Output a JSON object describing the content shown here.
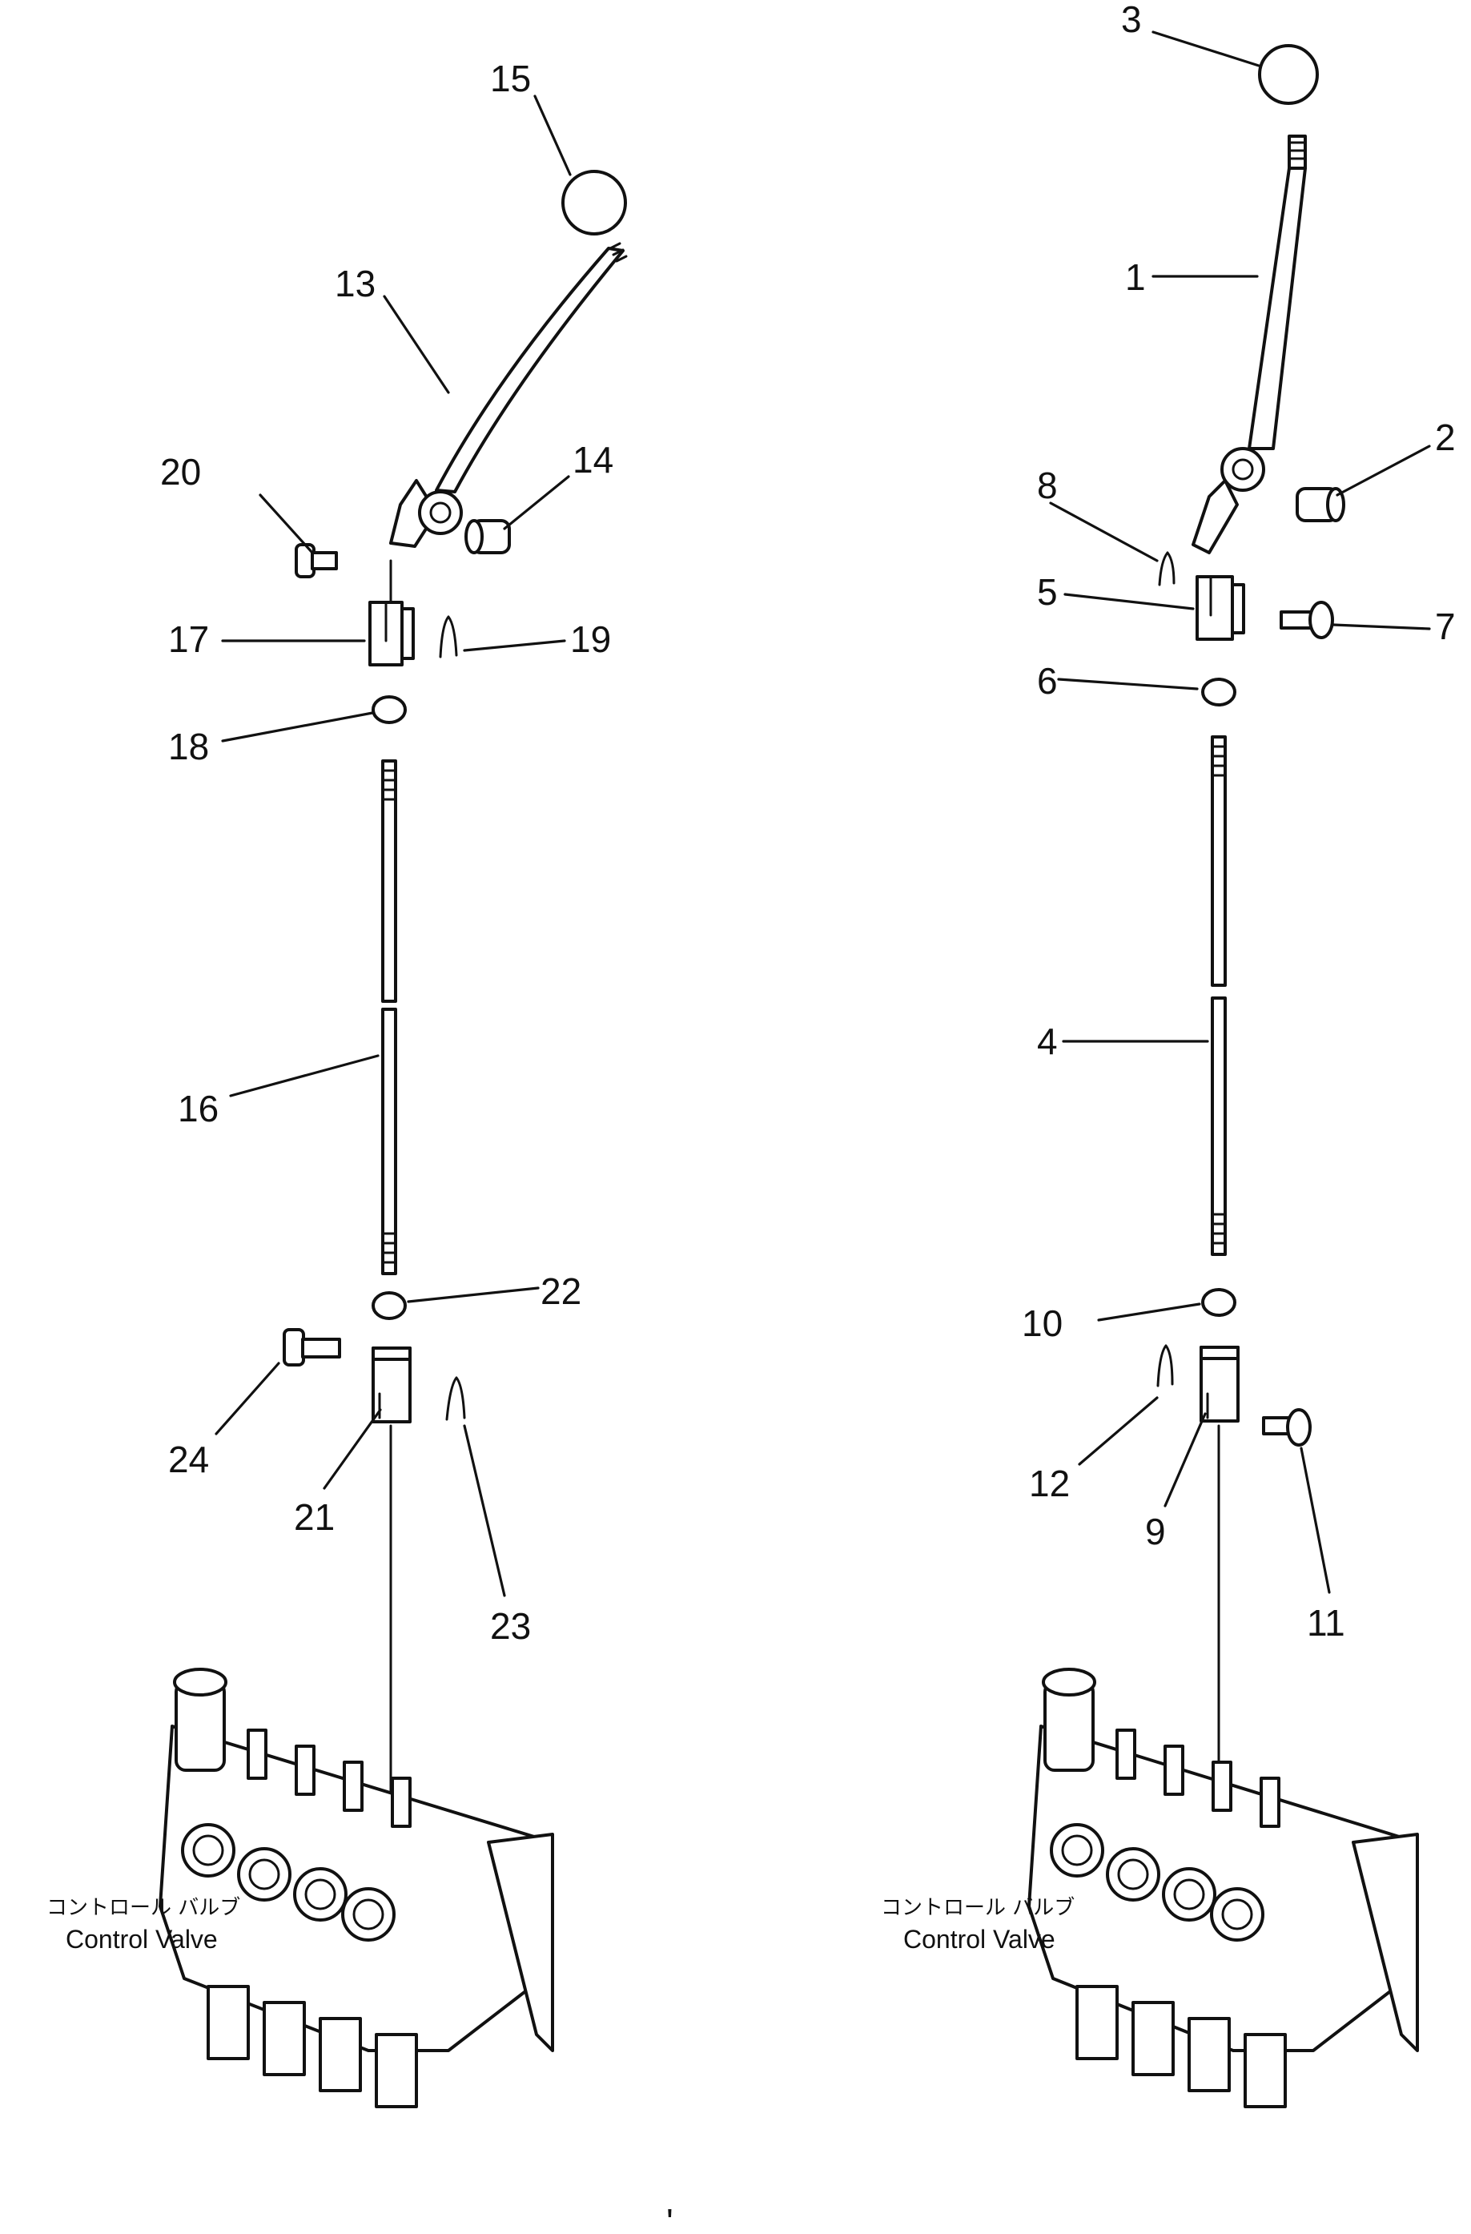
{
  "callouts": {
    "n1": "1",
    "n2": "2",
    "n3": "3",
    "n4": "4",
    "n5": "5",
    "n6": "6",
    "n7": "7",
    "n8": "8",
    "n9": "9",
    "n10": "10",
    "n11": "11",
    "n12": "12",
    "n13": "13",
    "n14": "14",
    "n15": "15",
    "n16": "16",
    "n17": "17",
    "n18": "18",
    "n19": "19",
    "n20": "20",
    "n21": "21",
    "n22": "22",
    "n23": "23",
    "n24": "24"
  },
  "labels": {
    "valve_jp": "コントロール バルブ",
    "valve_en": "Control Valve"
  },
  "footer_mark": "'"
}
